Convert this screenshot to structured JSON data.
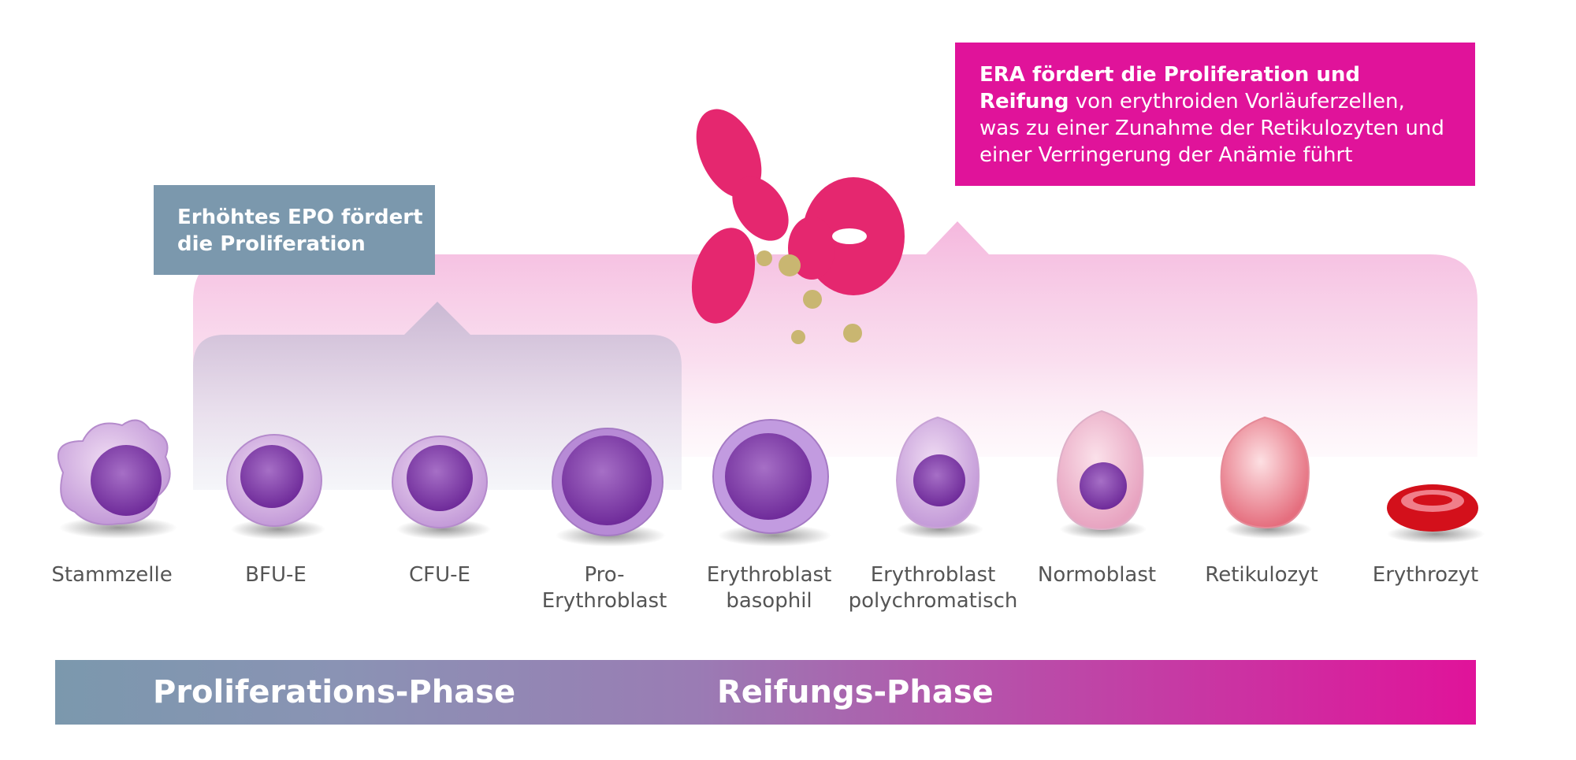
{
  "callouts": {
    "epo": {
      "line1": "Erhöhtes EPO fördert",
      "line2": "die Proliferation"
    },
    "era": {
      "bold_line1": "ERA fördert die Proliferation und",
      "bold_line2": "Reifung",
      "rest_line2": " von erythroiden Vorläuferzellen,",
      "line3": "was zu einer Zunahme der Retikulozyten und",
      "line4": "einer Verringerung der Anämie führt"
    }
  },
  "cells": [
    {
      "line1": "Stammzelle",
      "line2": ""
    },
    {
      "line1": "BFU-E",
      "line2": ""
    },
    {
      "line1": "CFU-E",
      "line2": ""
    },
    {
      "line1": "Pro-",
      "line2": "Erythroblast"
    },
    {
      "line1": "Erythroblast",
      "line2": "basophil"
    },
    {
      "line1": "Erythroblast",
      "line2": "polychromatisch"
    },
    {
      "line1": "Normoblast",
      "line2": ""
    },
    {
      "line1": "Retikulozyt",
      "line2": ""
    },
    {
      "line1": "Erythrozyt",
      "line2": ""
    }
  ],
  "phases": {
    "proliferation": "Proliferations-Phase",
    "maturation": "Reifungs-Phase"
  },
  "colors": {
    "epo_box": "#7b98ad",
    "era_box": "#e0139a",
    "cell_label_text": "#555555"
  }
}
